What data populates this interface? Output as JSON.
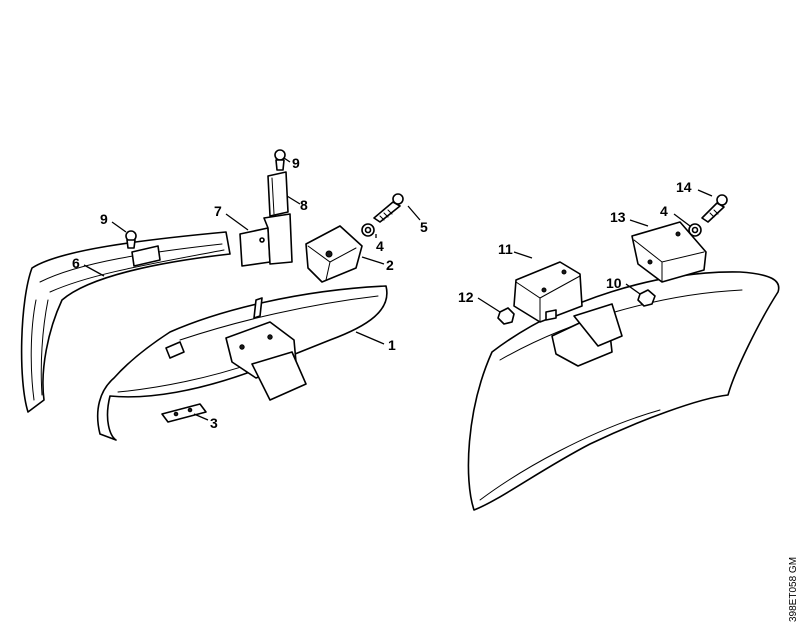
{
  "callouts": {
    "c1": "1",
    "c2": "2",
    "c3": "3",
    "c4a": "4",
    "c4b": "4",
    "c5": "5",
    "c6": "6",
    "c7": "7",
    "c8": "8",
    "c9a": "9",
    "c9b": "9",
    "c10": "10",
    "c11": "11",
    "c12": "12",
    "c13": "13",
    "c14": "14"
  },
  "drawing_code": "398ET058 GM"
}
